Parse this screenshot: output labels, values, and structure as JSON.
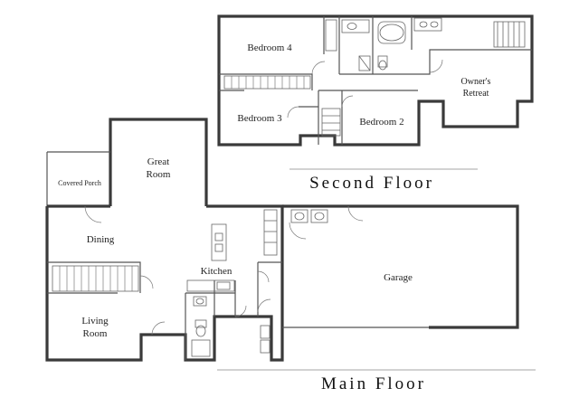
{
  "floors": {
    "second": {
      "title": "Second Floor",
      "rooms": {
        "bedroom4": "Bedroom 4",
        "bedroom3": "Bedroom 3",
        "bedroom2": "Bedroom 2",
        "owners_retreat_line1": "Owner's",
        "owners_retreat_line2": "Retreat"
      }
    },
    "main": {
      "title": "Main Floor",
      "rooms": {
        "great_room_line1": "Great",
        "great_room_line2": "Room",
        "covered_porch": "Covered Porch",
        "dining": "Dining",
        "kitchen": "Kitchen",
        "garage": "Garage",
        "living_room_line1": "Living",
        "living_room_line2": "Room"
      }
    }
  }
}
